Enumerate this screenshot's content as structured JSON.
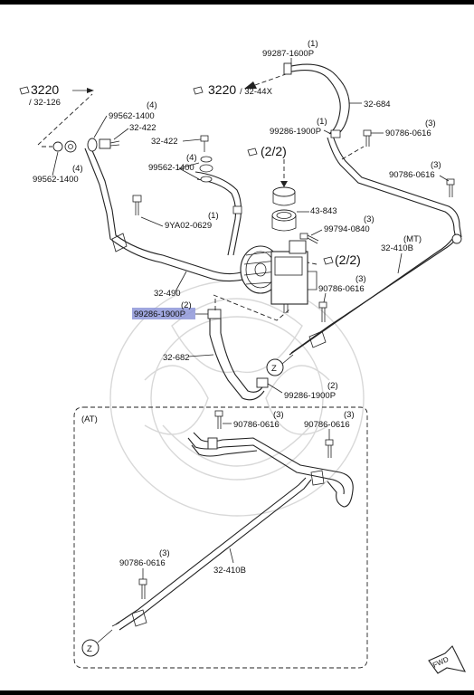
{
  "colors": {
    "highlight": "#8e96d8",
    "line": "#222222",
    "bar": "#000000"
  },
  "refs": {
    "ref_3220_top": "3220",
    "ref_3220_sub": "/ 32-126",
    "ref_3220_mid": "3220",
    "ref_3220_mid_sub": "/ 32-44X",
    "ref_2_2_a": "(2/2)",
    "ref_2_2_b": "(2/2)"
  },
  "labels": {
    "p99287": "99287-1600P",
    "q99287": "(1)",
    "p32684": "32-684",
    "p99286a": "99286-1900P",
    "q99286a": "(1)",
    "p90786a": "90786-0616",
    "q90786a": "(3)",
    "p90786b": "90786-0616",
    "q90786b": "(3)",
    "p99562a": "99562-1400",
    "q99562a": "(4)",
    "p32422a": "32-422",
    "p32422b": "32-422",
    "p99562b": "99562-1400",
    "q99562b": "(4)",
    "p99562c": "99562-1400",
    "q99562c": "(4)",
    "p43843": "43-843",
    "p99794": "99794-0840",
    "q99794": "(3)",
    "p9ya02": "9YA02-0629",
    "q9ya02": "(1)",
    "mt": "(MT)",
    "p32410b": "32-410B",
    "p90786c": "90786-0616",
    "q90786c": "(3)",
    "p32490": "32-490",
    "p99286b": "99286-1900P",
    "q99286b": "(2)",
    "p32682": "32-682",
    "p99286c": "99286-1900P",
    "q99286c": "(2)",
    "z1": "Z",
    "at": "(AT)",
    "p90786d": "90786-0616",
    "q90786d": "(3)",
    "p90786e": "90786-0616",
    "q90786e": "(3)",
    "p90786f": "90786-0616",
    "q90786f": "(3)",
    "p32410b_at": "32-410B",
    "z2": "Z",
    "fwd": "FWD"
  }
}
